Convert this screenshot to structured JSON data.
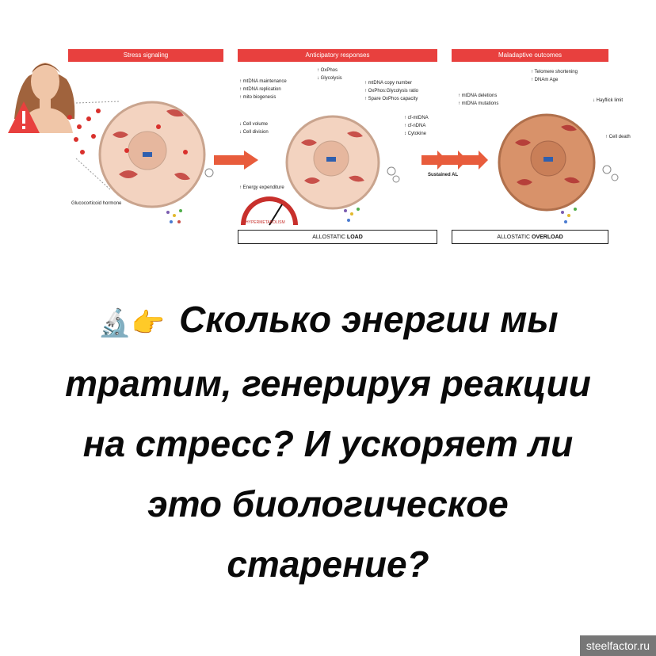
{
  "figure": {
    "headers": [
      "Stress signaling",
      "Anticipatory responses",
      "Maladaptive outcomes"
    ],
    "glucocorticoid_label": "Glucocorticoid hormone",
    "panel2_left_labels": [
      "↑ mtDNA maintenance",
      "↑ mtDNA replication",
      "↑ mito biogenesis",
      "↓ Cell volume",
      "↓ Cell division",
      "↑ Energy expenditure"
    ],
    "panel2_top_labels": [
      "↑ OxPhos",
      "↓ Glycolysis"
    ],
    "panel2_right_labels": [
      "↑ mtDNA copy number",
      "↑ OxPhos:Glycolysis ratio",
      "↑ Spare OxPhos capacity",
      "↑ cf-mtDNA",
      "↑ cf-nDNA",
      "↕ Cytokine"
    ],
    "hypermetabolism": "HYPERMETABOLISM",
    "sustained_label": "Sustained AL",
    "panel3_top_labels": [
      "↑ Telomere shortening",
      "↑ DNAm Age"
    ],
    "panel3_left_labels": [
      "↑ mtDNA deletions",
      "↑ mtDNA mutations"
    ],
    "panel3_right_labels": [
      "↓ Hayflick limit",
      "↑ Cell death"
    ],
    "box_load": {
      "prefix": "ALLOSTATIC ",
      "bold": "LOAD"
    },
    "box_overload": {
      "prefix": "ALLOSTATIC ",
      "bold": "OVERLOAD"
    }
  },
  "headline": {
    "icons": "🔬👉",
    "lines": [
      "Сколько энергии мы",
      "тратим, генерируя  реакции",
      "на стресс? И ускоряет ли",
      "это биологическое",
      "старение?"
    ]
  },
  "watermark": "steelfactor.ru",
  "colors": {
    "header_red": "#e8403e",
    "cell_fill": "#f3d3c0",
    "cell_outline": "#c9a48e",
    "mito": "#c8504a",
    "arrow": "#e85c3c"
  }
}
